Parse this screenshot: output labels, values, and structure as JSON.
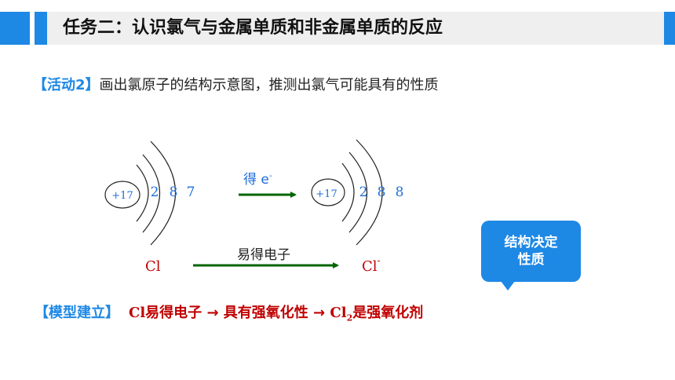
{
  "header": {
    "title": "任务二：认识氯气与金属单质和非金属单质的反应"
  },
  "activity": {
    "tag": "【活动2】",
    "text": "画出氯原子的结构示意图，推测出氯气可能具有的性质"
  },
  "atom_left": {
    "nucleus": "+17",
    "shells": [
      "2",
      "8",
      "7"
    ]
  },
  "atom_right": {
    "nucleus": "+17",
    "shells": [
      "2",
      "8",
      "8"
    ]
  },
  "arrow_top": {
    "label": "得 e",
    "sup": "-"
  },
  "arrow_bottom": {
    "label": "易得电子"
  },
  "species": {
    "left": "Cl",
    "right": "Cl",
    "right_sup": "-"
  },
  "model": {
    "tag": "【模型建立】",
    "p1": "Cl",
    "p2": "易得电子 → 具有强氧化性 → ",
    "p3": "Cl",
    "p3_sub": "2",
    "p4": "是强氧化剂"
  },
  "callout": {
    "text": "结构决定性质"
  },
  "colors": {
    "accent_blue": "#1e88e5",
    "arrow_green": "#006400",
    "conclusion_red": "#c00000",
    "diagram_text": "#1e6fd9"
  }
}
